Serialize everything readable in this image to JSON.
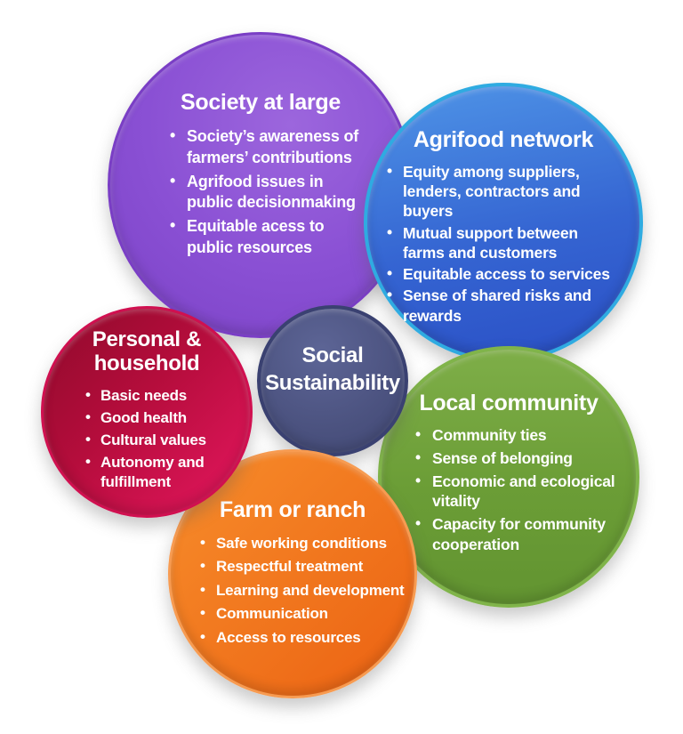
{
  "diagram_title": "Social Sustainability",
  "center": {
    "title": "Social\nSustainability",
    "fill": "#4b527f",
    "border": "#3a4171"
  },
  "circles": {
    "society": {
      "title": "Society at large",
      "bullets": [
        "Society’s awareness of\nfarmers’ contributions",
        "Agrifood issues in\npublic decisionmaking",
        "Equitable acess to\npublic resources"
      ],
      "fill": "#8a50d4",
      "border": "#7a3ec5"
    },
    "agrifood": {
      "title": "Agrifood network",
      "bullets": [
        "Equity among suppliers,\nlenders, contractors and\nbuyers",
        "Mutual support between\nfarms and customers",
        "Equitable access to services",
        "Sense of shared risks and\nrewards"
      ],
      "fill": "#3565d2",
      "border": "#2fabe1"
    },
    "personal": {
      "title": "Personal &\nhousehold",
      "bullets": [
        "Basic needs",
        "Good health",
        "Cultural values",
        "Autonomy and\nfulfillment"
      ],
      "fill": "#b50d3c",
      "border": "#d01050"
    },
    "local": {
      "title": "Local community",
      "bullets": [
        "Community ties",
        "Sense of belonging",
        "Economic and ecological\nvitality",
        "Capacity for community\ncooperation"
      ],
      "fill": "#6b9d36",
      "border": "#80b44a"
    },
    "farm": {
      "title": "Farm or ranch",
      "bullets": [
        "Safe working conditions",
        "Respectful treatment",
        "Learning and development",
        "Communication",
        "Access to resources"
      ],
      "fill": "#f0731c",
      "border": "#f79b51"
    }
  }
}
